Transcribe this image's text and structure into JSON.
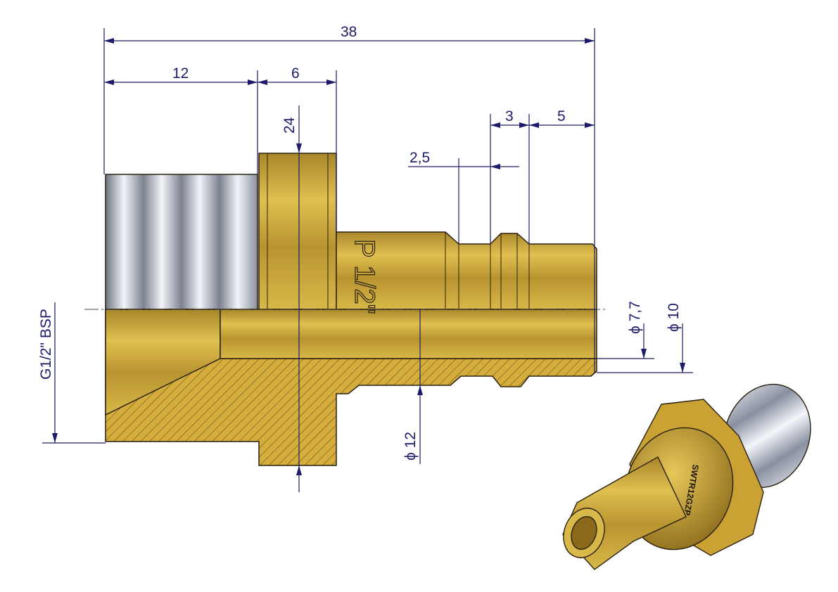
{
  "dimensions": {
    "overall_length": "38",
    "thread_length": "12",
    "hex_width": "6",
    "hex_size": "24",
    "groove_width": "3",
    "tip_length": "5",
    "groove_offset": "2,5",
    "bore_diameter": "ϕ 7,7",
    "tip_diameter": "ϕ 10",
    "groove_diameter": "ϕ 12",
    "thread_spec": "G1/2\" BSP"
  },
  "markings": {
    "body_engraving": "P 1/2\"",
    "iso_engraving": "SWTR12GZP"
  },
  "colors": {
    "brass": "#c9a233",
    "dimension": "#1c1c6a",
    "steel": "#b8bcc4"
  }
}
